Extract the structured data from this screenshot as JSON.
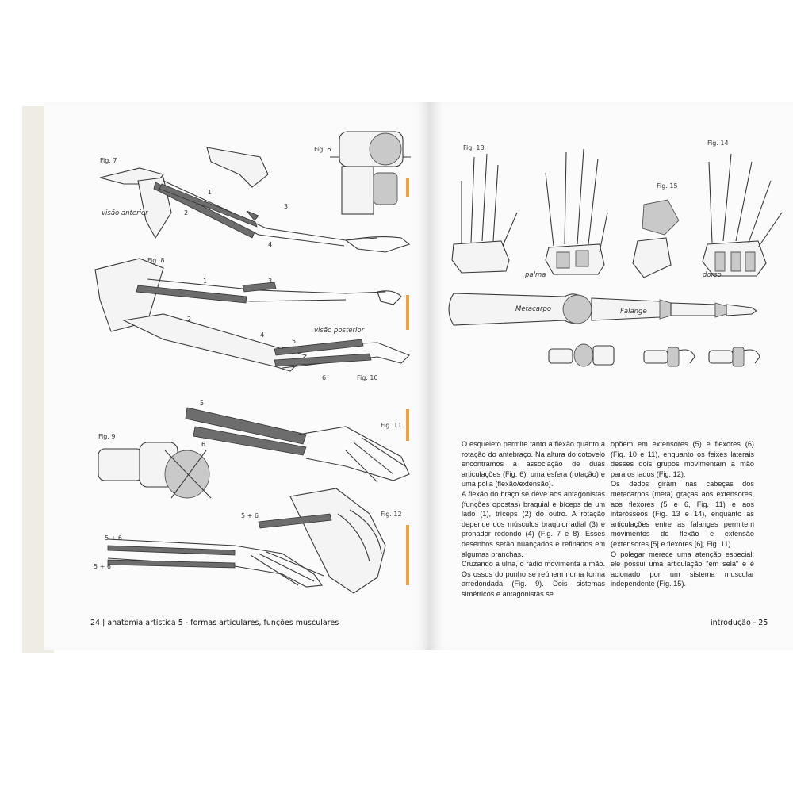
{
  "left_page": {
    "figures": {
      "fig7": "Fig. 7",
      "fig6": "Fig. 6",
      "fig8": "Fig. 8",
      "fig9": "Fig. 9",
      "fig10": "Fig. 10",
      "fig11": "Fig. 11",
      "fig12": "Fig. 12"
    },
    "labels": {
      "visao_anterior": "visão anterior",
      "visao_posterior": "visão posterior"
    },
    "numbers": {
      "one": "1",
      "two": "2",
      "three": "3",
      "four": "4",
      "five": "5",
      "six": "6",
      "five_plus_six": "5 + 6"
    },
    "footer": "24 | anatomia artística 5 - formas articulares, funções musculares"
  },
  "right_page": {
    "figures": {
      "fig13": "Fig. 13",
      "fig14": "Fig. 14",
      "fig15": "Fig. 15"
    },
    "labels": {
      "palma": "palma",
      "dorso": "dorso",
      "metacarpo": "Metacarpo",
      "falange": "Falange"
    },
    "column1": [
      "O esqueleto permite tanto a flexão quanto a rotação do antebraço. Na altura do cotovelo encontramos a associação de duas articulações (Fig. 6): uma esfera (rotação) e uma polia (flexão/extensão).",
      "A flexão do braço se deve aos antagonistas (funções opostas) braquial e bíceps de um lado (1), tríceps (2) do outro. A rotação depende dos músculos braquiorradial (3) e pronador redondo (4) (Fig. 7 e 8). Esses desenhos serão nuançados e refinados em algumas pranchas.",
      "Cruzando a ulna, o rádio movimenta a mão. Os ossos do punho se reúnem numa forma arredondada (Fig. 9). Dois sistemas simétricos e antagonistas se"
    ],
    "column2": [
      "opõem em extensores (5) e flexores (6) (Fig. 10 e 11), enquanto os feixes laterais desses dois grupos movimentam a mão para os lados (Fig. 12).",
      "Os dedos giram nas cabeças dos metacarpos (meta) graças aos extensores, aos flexores (5 e 6, Fig. 11) e aos interósseos (Fig. 13 e 14), enquanto as articulações entre as falanges permitem movimentos de flexão e extensão (extensores [5] e flexores [6], Fig. 11).",
      "O polegar merece uma atenção especial: ele possui uma articulação \"em sela\" e é acionado por um sistema muscular independente (Fig. 15)."
    ],
    "footer": "introdução - 25"
  },
  "colors": {
    "page": "#fbfbfb",
    "ink": "#222222",
    "tab_marker": "#f2a23a"
  }
}
